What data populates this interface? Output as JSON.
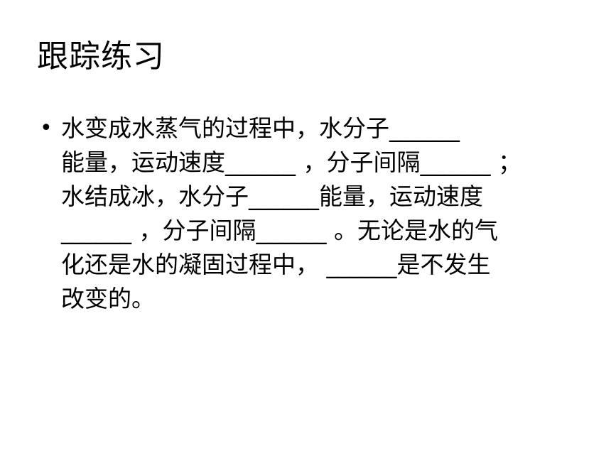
{
  "slide": {
    "title": "跟踪练习",
    "bullet_symbol": "•",
    "lines": [
      "水变成水蒸气的过程中，水分子______",
      "能量，运动速度______ ，分子间隔______ ；",
      "水结成冰，水分子______能量，运动速度",
      "______ ，分子间隔______ 。无论是水的气",
      "化还是水的凝固过程中， ______是不发生",
      "改变的。"
    ]
  }
}
